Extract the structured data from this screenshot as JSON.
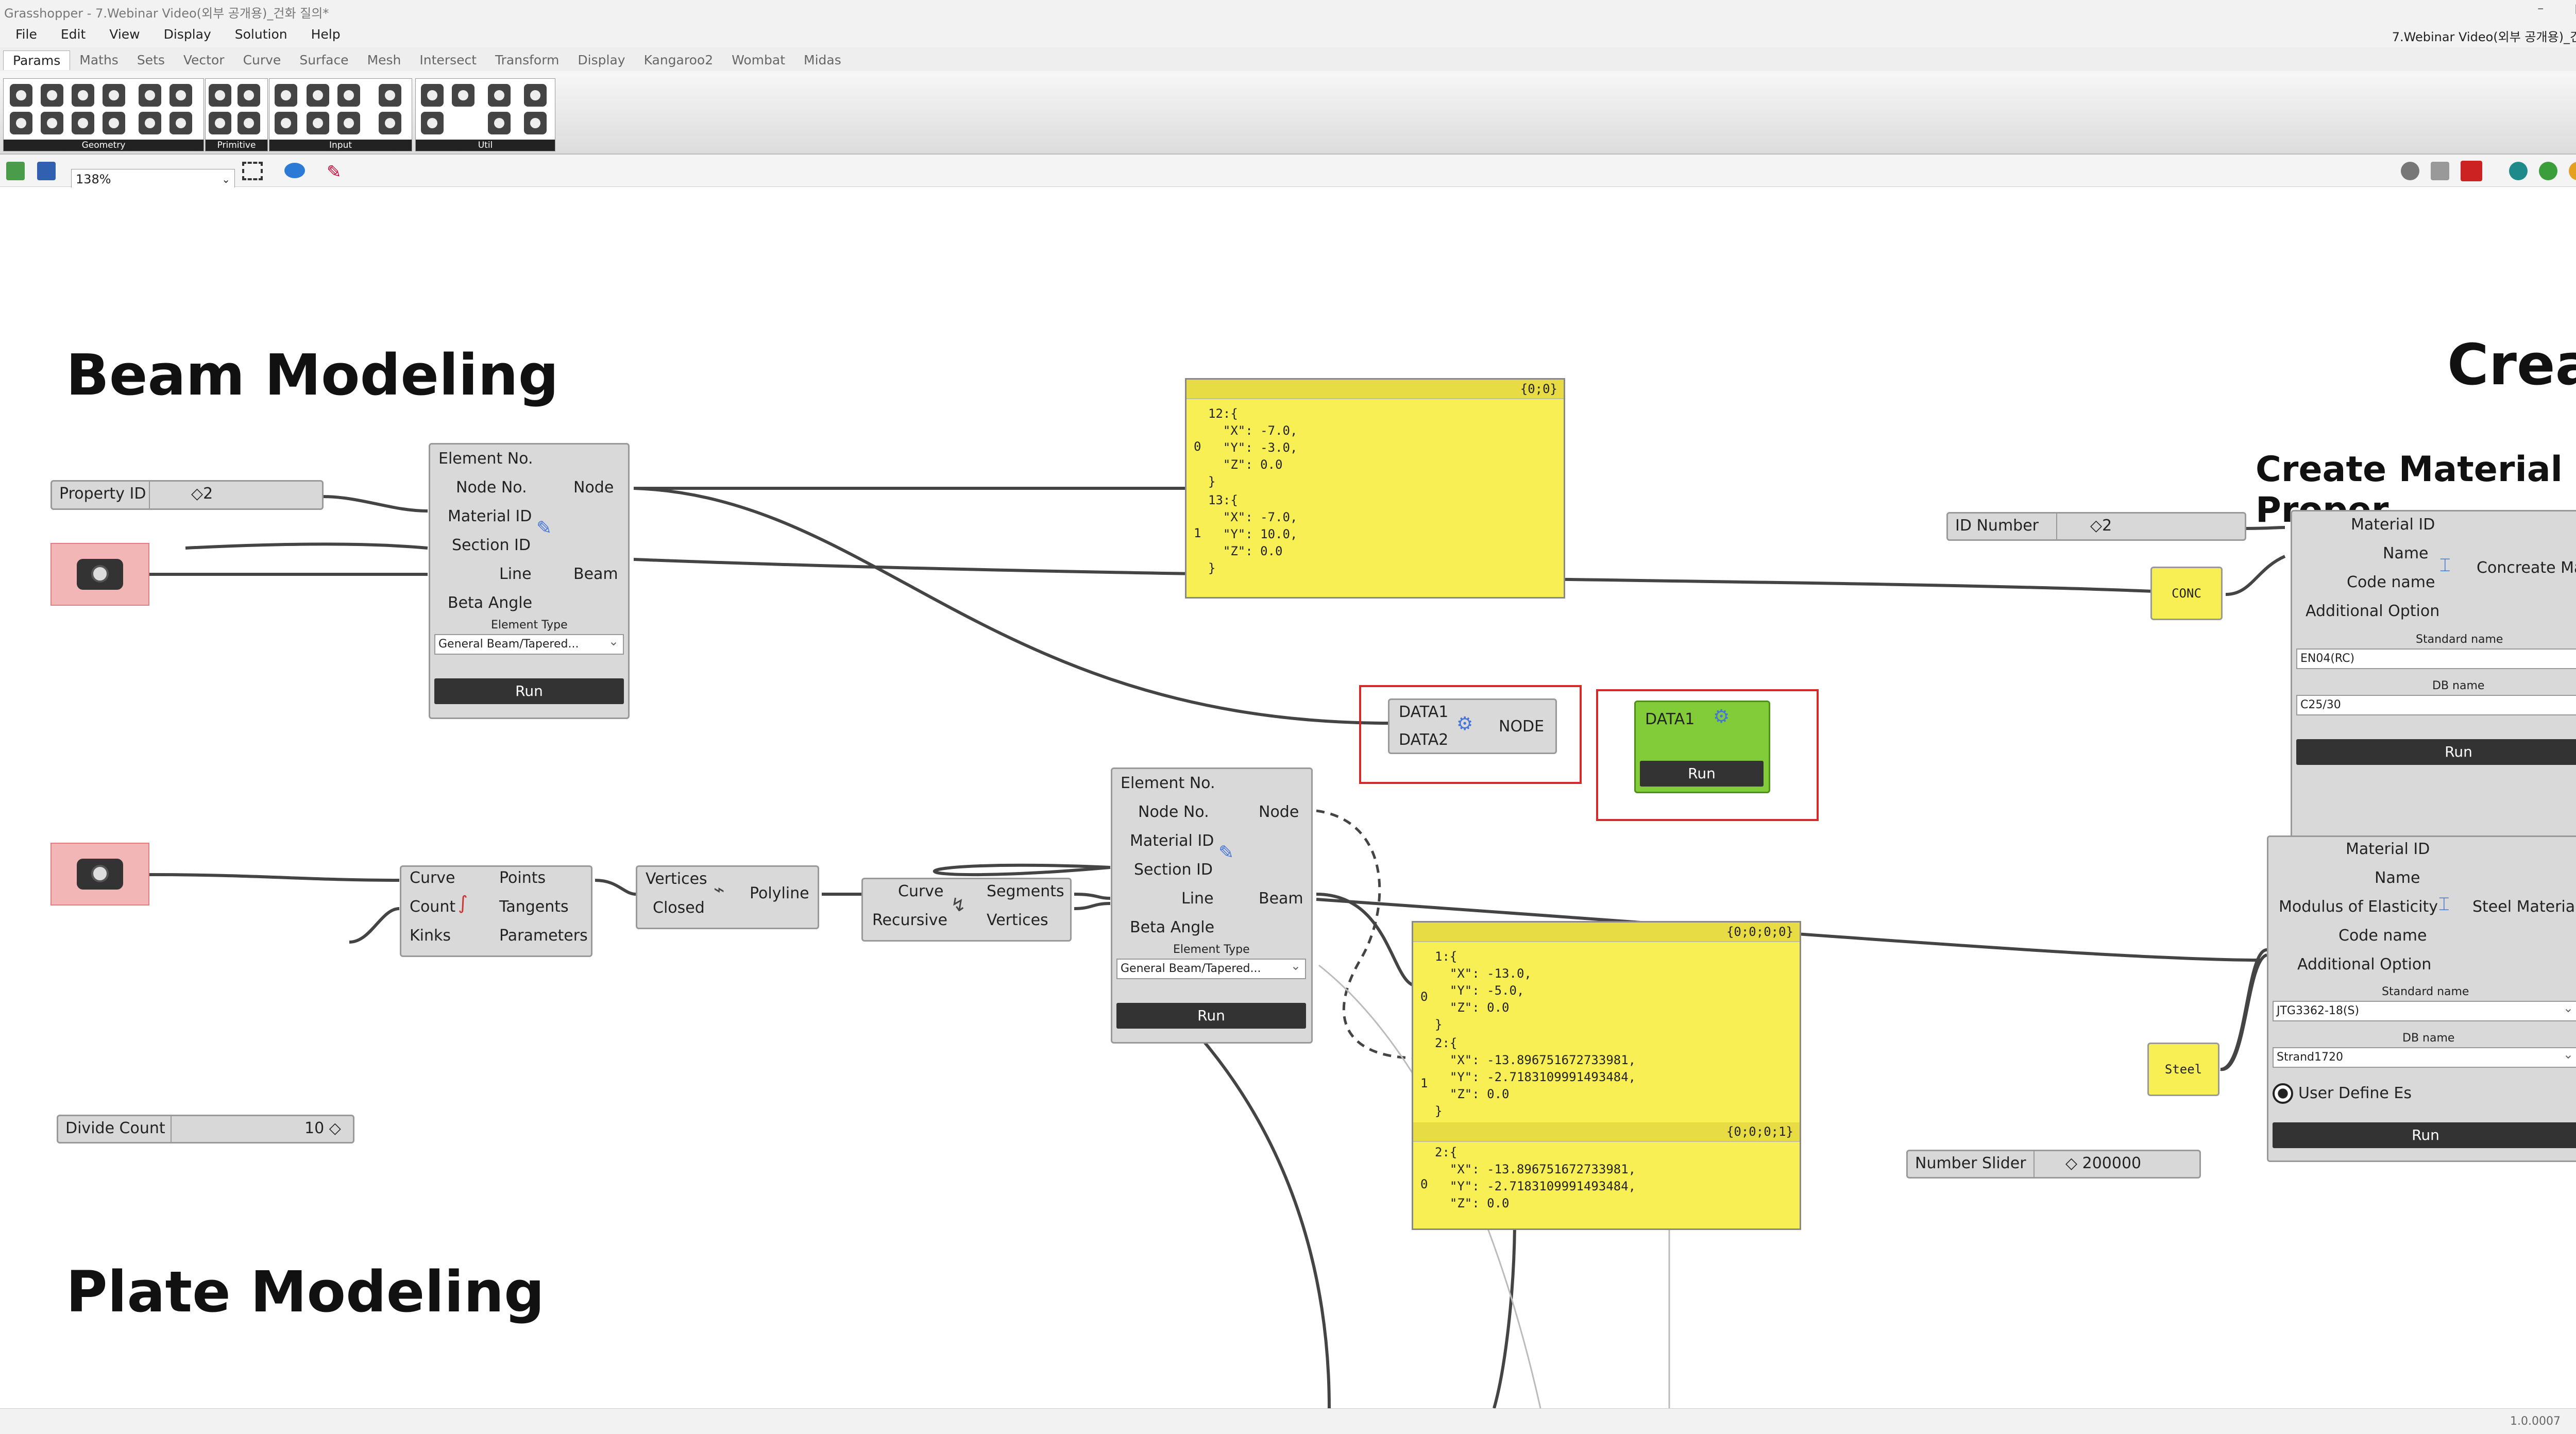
{
  "window": {
    "title": "Grasshopper - 7.Webinar Video(외부 공개용)_건화 질의*",
    "doc_name": "7.Webinar Video(외부 공개용)_건화 질의*",
    "buttons": [
      "–",
      "□",
      "✕"
    ]
  },
  "menu": [
    "File",
    "Edit",
    "View",
    "Display",
    "Solution",
    "Help"
  ],
  "tabs": [
    "Params",
    "Maths",
    "Sets",
    "Vector",
    "Curve",
    "Surface",
    "Mesh",
    "Intersect",
    "Transform",
    "Display",
    "Kangaroo2",
    "Wombat",
    "Midas"
  ],
  "ribbon_groups": [
    "Geometry",
    "Primitive",
    "Input",
    "Util"
  ],
  "toolbar": {
    "zoom": "138%"
  },
  "canvas": {
    "headings": {
      "beam": "Beam Modeling",
      "plate": "Plate Modeling",
      "create": "Create",
      "material": "Create Material Proper"
    },
    "property_slider": {
      "name": "Property ID",
      "value": "◇2"
    },
    "divide_slider": {
      "name": "Divide Count",
      "value": "10 ◇"
    },
    "id_slider": {
      "name": "ID Number",
      "value": "◇2"
    },
    "number_slider": {
      "name": "Number Slider",
      "value": "◇ 200000"
    },
    "beam1": {
      "inputs": [
        "Element No.",
        "Node No.",
        "Material ID",
        "Section ID",
        "Line",
        "Beta Angle"
      ],
      "out_node": "Node",
      "out_beam": "Beam",
      "element_type_label": "Element Type",
      "element_type_value": "General Beam/Tapered...",
      "run": "Run"
    },
    "beam2": {
      "inputs": [
        "Element No.",
        "Node No.",
        "Material ID",
        "Section ID",
        "Line",
        "Beta Angle"
      ],
      "out_node": "Node",
      "out_beam": "Beam",
      "element_type_label": "Element Type",
      "element_type_value": "General Beam/Tapered...",
      "run": "Run"
    },
    "panel1": {
      "path": "{0;0}",
      "idx": [
        "0",
        "1"
      ],
      "items": [
        "12:{\n  \"X\": -7.0,\n  \"Y\": -3.0,\n  \"Z\": 0.0\n}",
        "13:{\n  \"X\": -7.0,\n  \"Y\": 10.0,\n  \"Z\": 0.0\n}"
      ]
    },
    "panel2": {
      "path_a": "{0;0;0;0}",
      "path_b": "{0;0;0;1}",
      "idx": [
        "0",
        "1",
        "0"
      ],
      "items": [
        "1:{\n  \"X\": -13.0,\n  \"Y\": -5.0,\n  \"Z\": 0.0\n}",
        "2:{\n  \"X\": -13.896751672733981,\n  \"Y\": -2.7183109991493484,\n  \"Z\": 0.0\n}",
        "2:{\n  \"X\": -13.896751672733981,\n  \"Y\": -2.7183109991493484,\n  \"Z\": 0.0"
      ]
    },
    "node_comp": {
      "in1": "DATA1",
      "in2": "DATA2",
      "out": "NODE"
    },
    "green_comp": {
      "in1": "DATA1",
      "run": "Run"
    },
    "divide": {
      "in": [
        "Curve",
        "Count",
        "Kinks"
      ],
      "out": [
        "Points",
        "Tangents",
        "Parameters"
      ]
    },
    "polyline": {
      "in": [
        "Vertices",
        "Closed"
      ],
      "out": "Polyline"
    },
    "explode": {
      "in": [
        "Curve",
        "Recursive"
      ],
      "out": [
        "Segments",
        "Vertices"
      ]
    },
    "conc_tag": "CONC",
    "steel_tag": "Steel",
    "concrete": {
      "inputs": [
        "Material ID",
        "Name",
        "Code name",
        "Additional Option"
      ],
      "title": "Concreate Material",
      "std_label": "Standard name",
      "std_value": "EN04(RC)",
      "db_label": "DB name",
      "db_value": "C25/30",
      "run": "Run"
    },
    "steel": {
      "inputs": [
        "Material ID",
        "Name",
        "Modulus of Elasticity",
        "Code name",
        "Additional Option"
      ],
      "title": "Steel Material",
      "std_label": "Standard name",
      "std_value": "JTG3362-18(S)",
      "db_label": "DB name",
      "db_value": "Strand1720",
      "user_define": "User Define Es",
      "run": "Run"
    }
  },
  "status": {
    "version": "1.0.0007"
  }
}
